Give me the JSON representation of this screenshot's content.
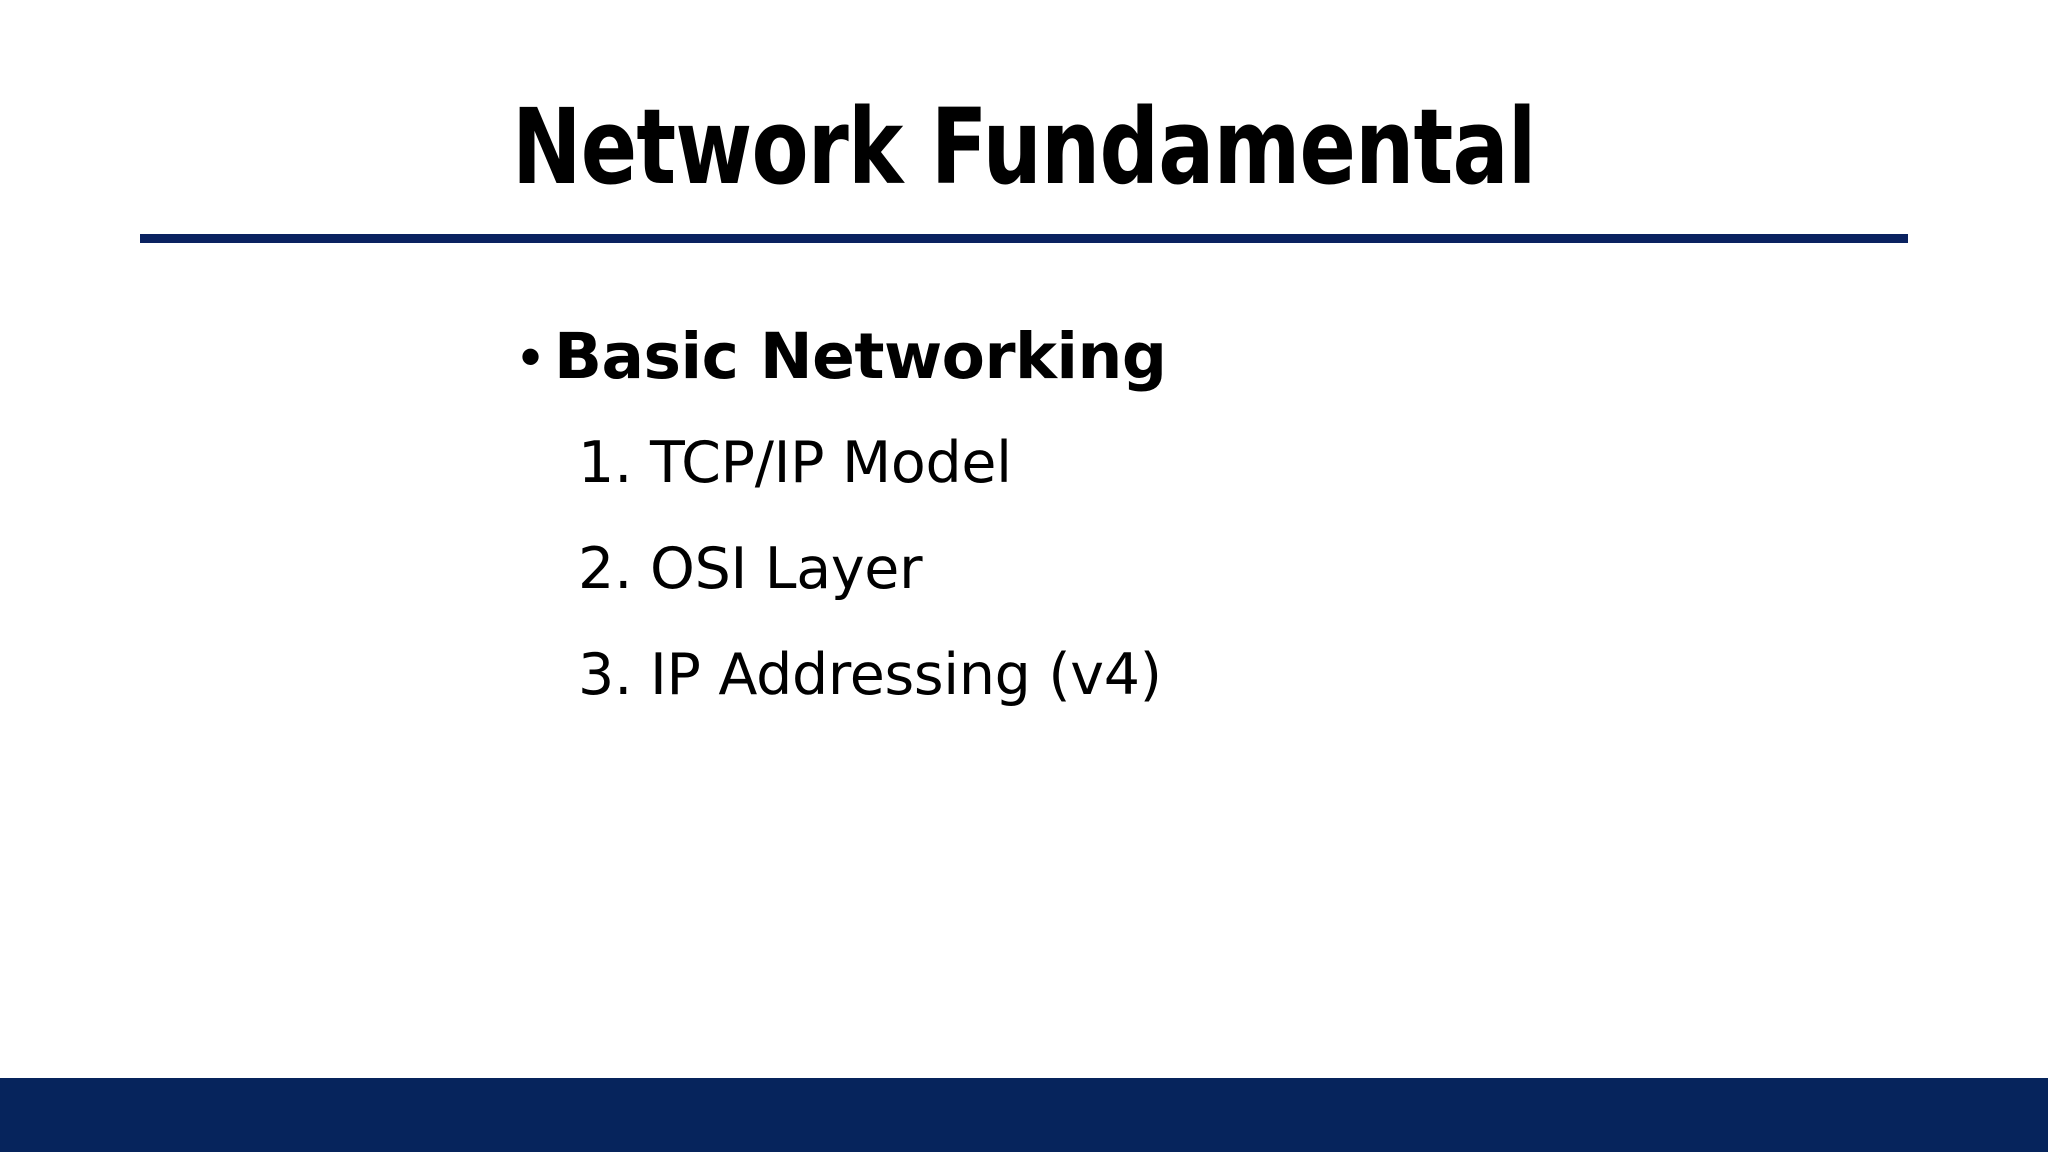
{
  "slide": {
    "background_color": "#ffffff",
    "accent_color": "#0a2260",
    "footer_color": "#06245c",
    "text_color": "#000000"
  },
  "title": {
    "text": "Network Fundamental"
  },
  "divider": {
    "name": "title-underline-rule",
    "color": "#0a2260"
  },
  "body": {
    "bullet": {
      "glyph": "•",
      "label": "Basic Networking"
    },
    "numbered_items": [
      {
        "number": "1.",
        "text": "TCP/IP Model"
      },
      {
        "number": "2.",
        "text": "OSI Layer"
      },
      {
        "number": "3.",
        "text": "IP Addressing (v4)"
      }
    ]
  },
  "footer": {
    "color": "#06245c"
  }
}
